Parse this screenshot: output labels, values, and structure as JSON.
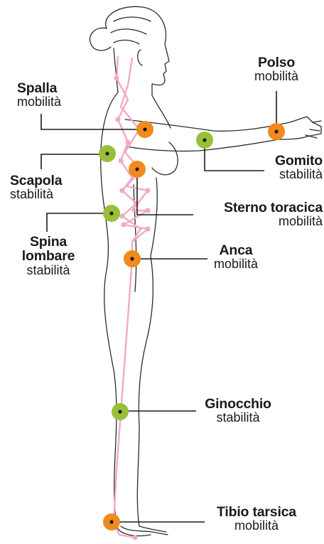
{
  "colors": {
    "mobility": "#f08a1c",
    "stability": "#99bf3a",
    "outline": "#2b2b2b",
    "spine": "#f2a9c6",
    "leader": "#1a1a1a",
    "text": "#1a1a1a"
  },
  "labels": {
    "polso": {
      "title": "Polso",
      "subtitle": "mobilità",
      "type": "mobility"
    },
    "spalla": {
      "title": "Spalla",
      "subtitle": "mobilità",
      "type": "mobility"
    },
    "gomito": {
      "title": "Gomito",
      "subtitle": "stabilità",
      "type": "stability"
    },
    "scapola": {
      "title": "Scapola",
      "subtitle": "stabilità",
      "type": "stability"
    },
    "sterno": {
      "title": "Sterno toracica",
      "subtitle": "mobilità",
      "type": "mobility"
    },
    "spina": {
      "title": "Spina",
      "title2": "lombare",
      "subtitle": "stabilità",
      "type": "stability"
    },
    "anca": {
      "title": "Anca",
      "subtitle": "mobilità",
      "type": "mobility"
    },
    "ginocchio": {
      "title": "Ginocchio",
      "subtitle": "stabilità",
      "type": "stability"
    },
    "tibio": {
      "title": "Tibio tarsica",
      "subtitle": "mobilità",
      "type": "mobility"
    }
  }
}
